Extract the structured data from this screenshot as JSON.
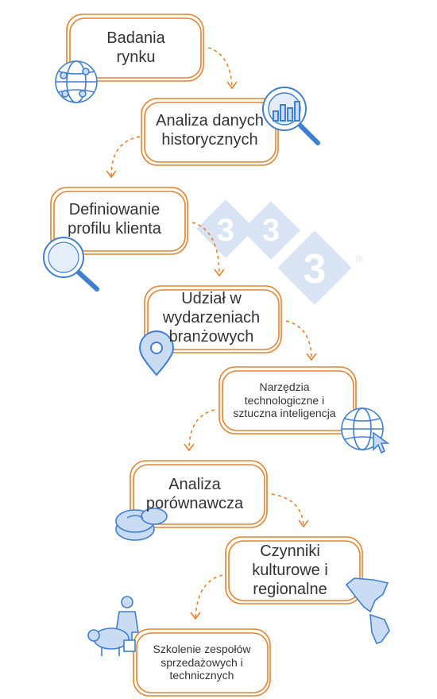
{
  "colors": {
    "box_stroke": "#e8822c",
    "arrow": "#e8822c",
    "icon_stroke": "#3f7fd1",
    "icon_fill": "#c9dcf3",
    "watermark": "#d2e0f1"
  },
  "watermark": {
    "digits": [
      "3",
      "3",
      "3"
    ],
    "mark": "®"
  },
  "steps": [
    {
      "lines": [
        "Badania",
        "rynku"
      ],
      "icon": "globe-network-icon"
    },
    {
      "lines": [
        "Analiza danych",
        "historycznych"
      ],
      "icon": "magnifier-chart-icon"
    },
    {
      "lines": [
        "Definiowanie",
        "profilu klienta"
      ],
      "icon": "magnifier-icon"
    },
    {
      "lines": [
        "Udział w",
        "wydarzeniach",
        "branżowych"
      ],
      "icon": "location-pin-icon"
    },
    {
      "lines": [
        "Narzędzia",
        "technologiczne i",
        "sztuczna inteligencja"
      ],
      "icon": "globe-cursor-icon"
    },
    {
      "lines": [
        "Analiza",
        "porównawcza"
      ],
      "icon": "meat-cuts-icon"
    },
    {
      "lines": [
        "Czynniki",
        "kulturowe i",
        "regionalne"
      ],
      "icon": "americas-map-icon"
    },
    {
      "lines": [
        "Szkolenie zespołów",
        "sprzedażowych i",
        "technicznych"
      ],
      "icon": "farmer-pig-icon"
    }
  ]
}
